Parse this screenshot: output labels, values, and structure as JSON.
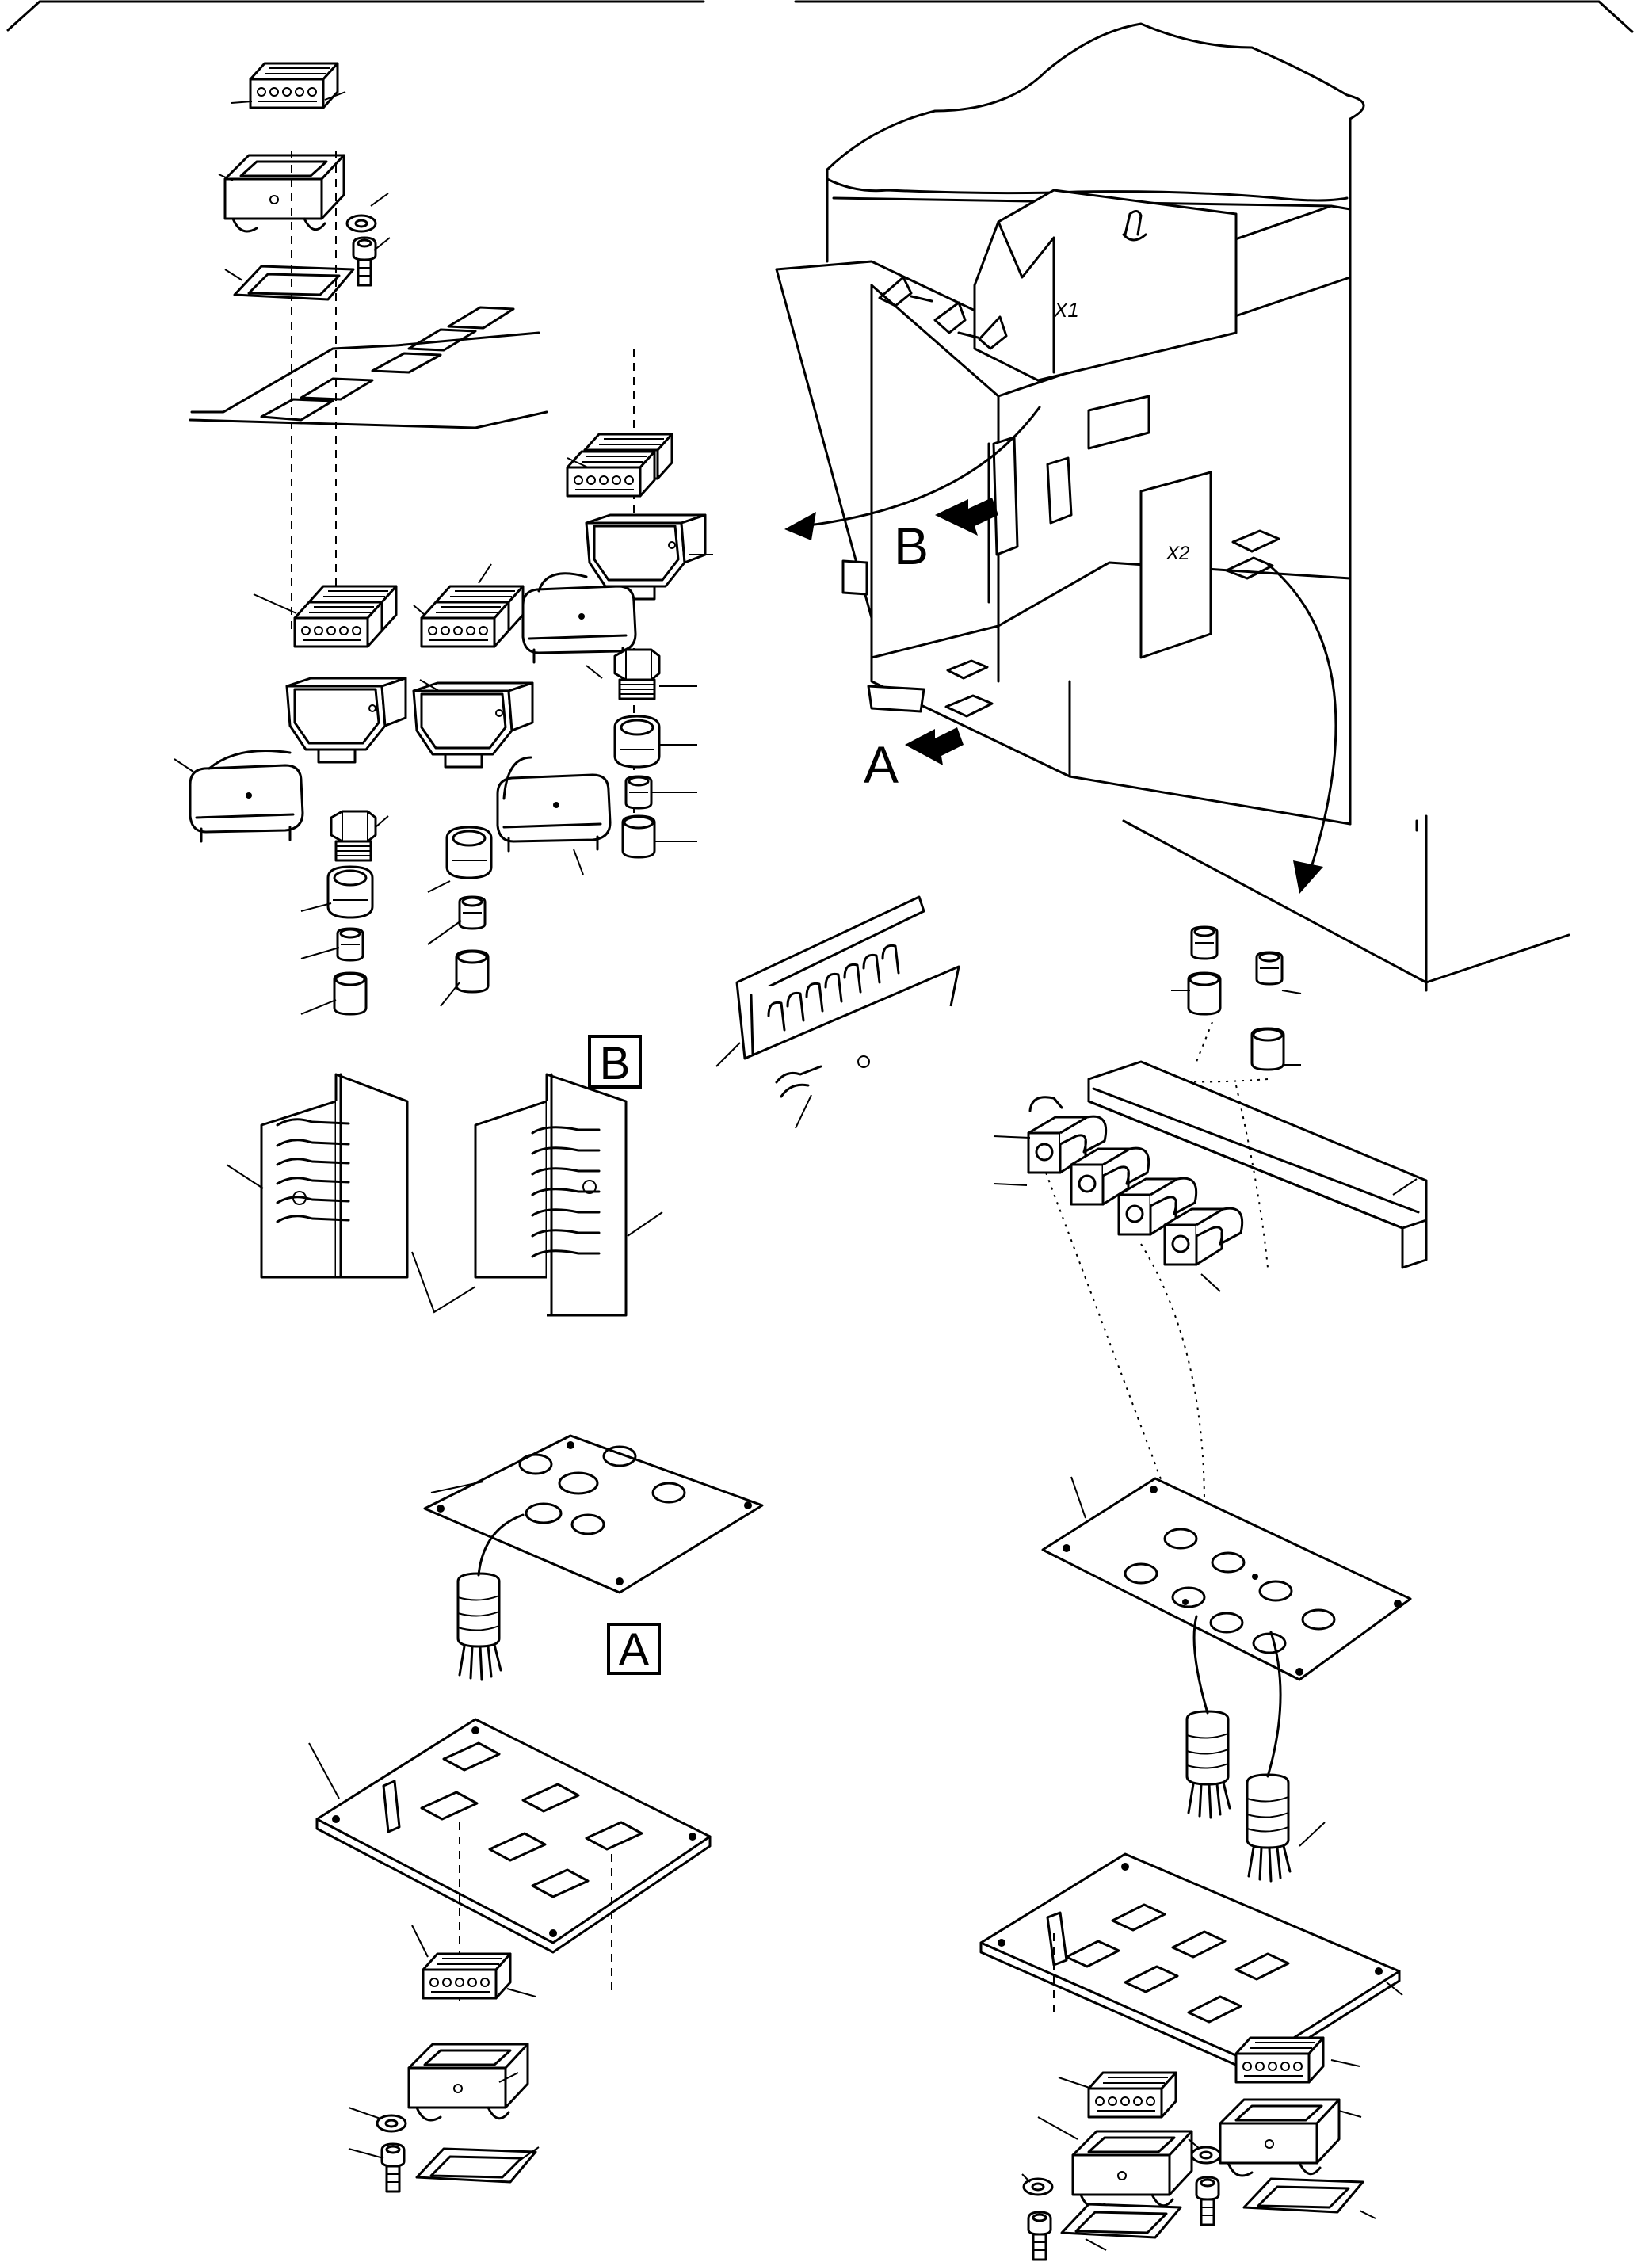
{
  "labels": {
    "x1": "X1",
    "x2": "X2",
    "view_a": "A",
    "view_b": "B",
    "box_a": "A",
    "box_b": "B"
  }
}
